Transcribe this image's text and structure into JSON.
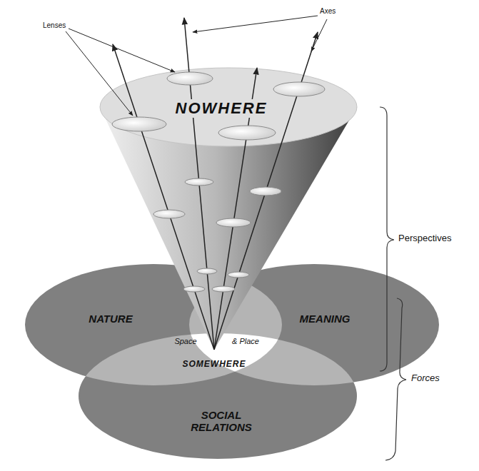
{
  "diagram": {
    "nodes": [
      {
        "text": [
          "NOWHERE"
        ]
      },
      {
        "text": [
          "NATURE"
        ]
      },
      {
        "text": [
          "MEANING"
        ]
      },
      {
        "text": [
          "SOCIAL RELATIONS"
        ]
      },
      {
        "text": [
          "Space",
          "& Place",
          "SOMEWHERE"
        ]
      }
    ],
    "labels": [
      "Lenses",
      "Axes",
      "Perspectives",
      "Forces"
    ]
  }
}
